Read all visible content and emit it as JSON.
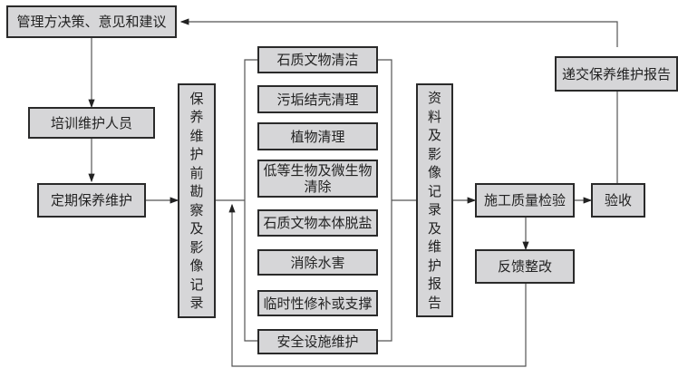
{
  "nodes": {
    "management": "管理方决策、意见和建议",
    "training": "培训维护人员",
    "regular": "定期保养维护",
    "survey": "保养维护前勘察及影像记录",
    "tasks": [
      "石质文物清洁",
      "污垢结壳清理",
      "植物清理",
      "低等生物及微生物清除",
      "石质文物本体脱盐",
      "消除水害",
      "临时性修补或支撑",
      "安全设施维护"
    ],
    "records": "资料及影像记录及维护报告",
    "inspection": "施工质量检验",
    "feedback": "反馈整改",
    "acceptance": "验收",
    "submit": "递交保养维护报告"
  },
  "colors": {
    "box_fill": "#d6d6d8",
    "box_border": "#2a2a2a",
    "line": "#555555"
  }
}
